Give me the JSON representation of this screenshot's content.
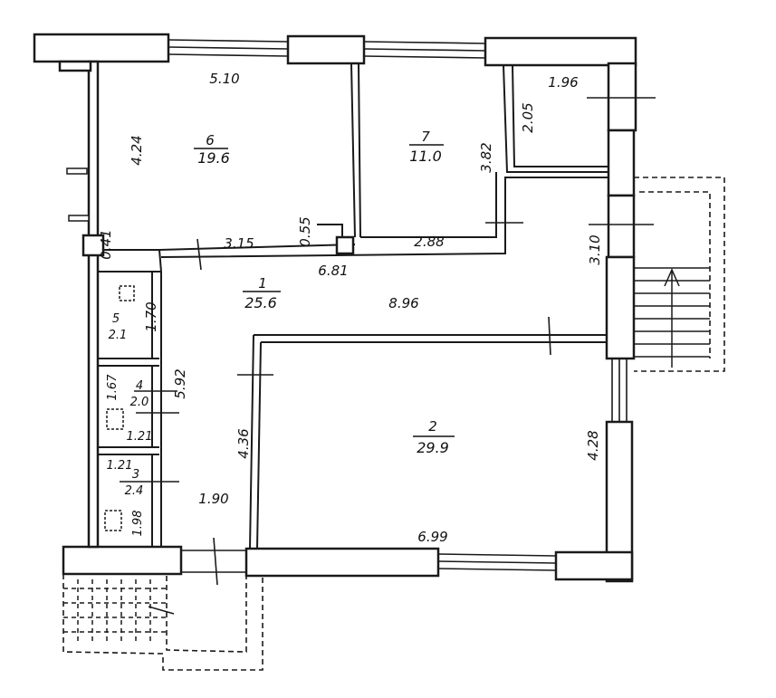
{
  "rooms": {
    "r6": {
      "number": "6",
      "area": "19.6"
    },
    "r7": {
      "number": "7",
      "area": "11.0"
    },
    "r1": {
      "number": "1",
      "area": "25.6"
    },
    "r2": {
      "number": "2",
      "area": "29.9"
    },
    "r5": {
      "number": "5",
      "area": "2.1"
    },
    "r4": {
      "number": "4",
      "area": "2.0"
    },
    "r3": {
      "number": "3",
      "area": "2.4"
    }
  },
  "dimensions": {
    "d510": "5.10",
    "d196": "1.96",
    "d424": "4.24",
    "d205": "2.05",
    "d382": "3.82",
    "d041": "0.41",
    "d315": "3.15",
    "d055": "0.55",
    "d288": "2.88",
    "d681": "6.81",
    "d310": "3.10",
    "d170": "1.70",
    "d896": "8.96",
    "d592": "5.92",
    "d167": "1.67",
    "d121a": "1.21",
    "d121b": "1.21",
    "d436": "4.36",
    "d428": "4.28",
    "d190": "1.90",
    "d198": "1.98",
    "d699": "6.99"
  }
}
